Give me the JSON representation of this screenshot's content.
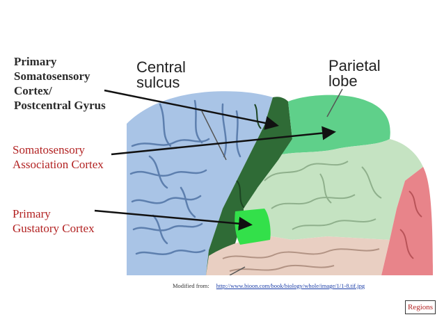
{
  "labels": {
    "primary_somatosensory": [
      "Primary",
      "Somatosensory",
      "Cortex/",
      "Postcentral Gyrus"
    ],
    "association": [
      "Somatosensory",
      "Association Cortex"
    ],
    "gustatory": [
      "Primary",
      "Gustatory Cortex"
    ]
  },
  "image_labels": {
    "central_sulcus": [
      "Central",
      "sulcus"
    ],
    "parietal_lobe": [
      "Parietal",
      "lobe"
    ]
  },
  "credit": {
    "prefix": "Modified from:",
    "url": "http://www.bioon.com/book/biology/whole/image/1/1-8.tif.jpg"
  },
  "nav": {
    "regions_label": "Regions"
  },
  "colors": {
    "frontal": "#a9c4e6",
    "postcentral": "#2f6b36",
    "parietal": "#5fd08a",
    "association": "#c5e3c2",
    "gustatory": "#33e04a",
    "occipital": "#e8848a",
    "temporal": "#e9cfc2",
    "label_red": "#b22222"
  }
}
